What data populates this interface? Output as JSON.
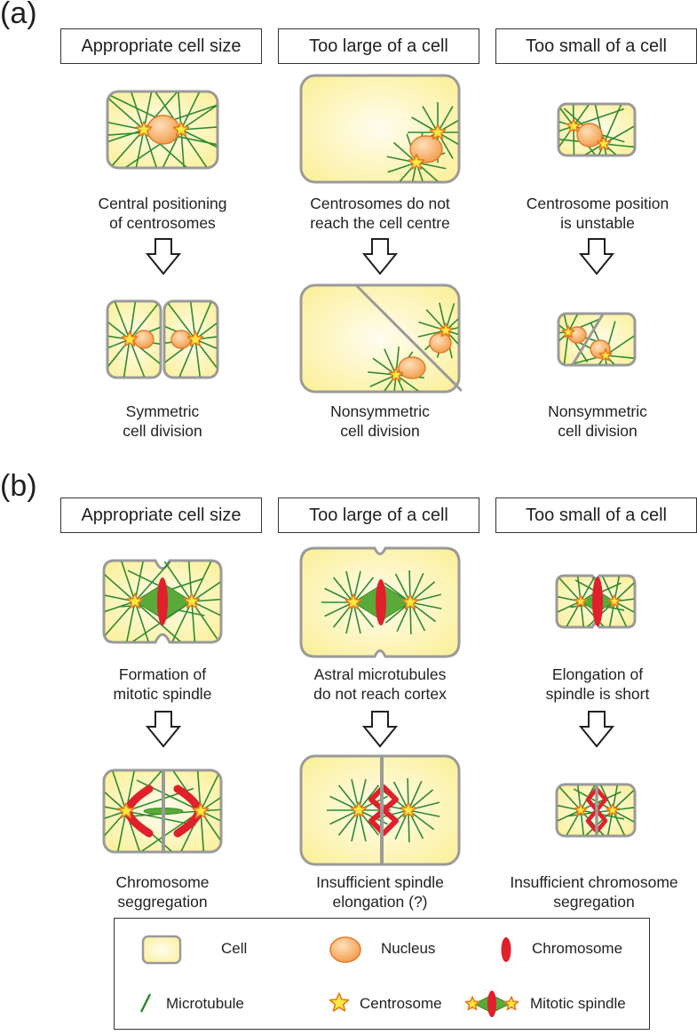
{
  "panels": [
    {
      "label": "(a)",
      "headers": [
        "Appropriate cell size",
        "Too large of a cell",
        "Too small of a cell"
      ],
      "captions_top": [
        "Central positioning\nof centrosomes",
        "Centrosomes do not\nreach the cell centre",
        "Centrosome position\nis unstable"
      ],
      "captions_bottom": [
        "Symmetric\ncell division",
        "Nonsymmetric\ncell division",
        "Nonsymmetric\ncell division"
      ]
    },
    {
      "label": "(b)",
      "headers": [
        "Appropriate cell size",
        "Too large of a cell",
        "Too small of a cell"
      ],
      "captions_top": [
        "Formation of\nmitotic spindle",
        "Astral microtubules\ndo not reach cortex",
        "Elongation of\nspindle is short"
      ],
      "captions_bottom": [
        "Chromosome\nseggregation",
        "Insufficient spindle\nelongation (?)",
        "Insufficient chromosome\nsegregation"
      ]
    }
  ],
  "legend": {
    "items": [
      "Cell",
      "Nucleus",
      "Chromosome",
      "Microtubule",
      "Centrosome",
      "Mitotic spindle"
    ]
  },
  "colors": {
    "cell_fill_center": "#fffdf0",
    "cell_fill_edge": "#fbf09b",
    "cell_border": "#9a9a9a",
    "microtubule": "#2e8b2e",
    "nucleus": "#f39a4a",
    "chromosome": "#e0202a",
    "centrosome_fill": "#ffe840",
    "centrosome_stroke": "#e87a1a",
    "spindle": "#5aaa3a"
  }
}
